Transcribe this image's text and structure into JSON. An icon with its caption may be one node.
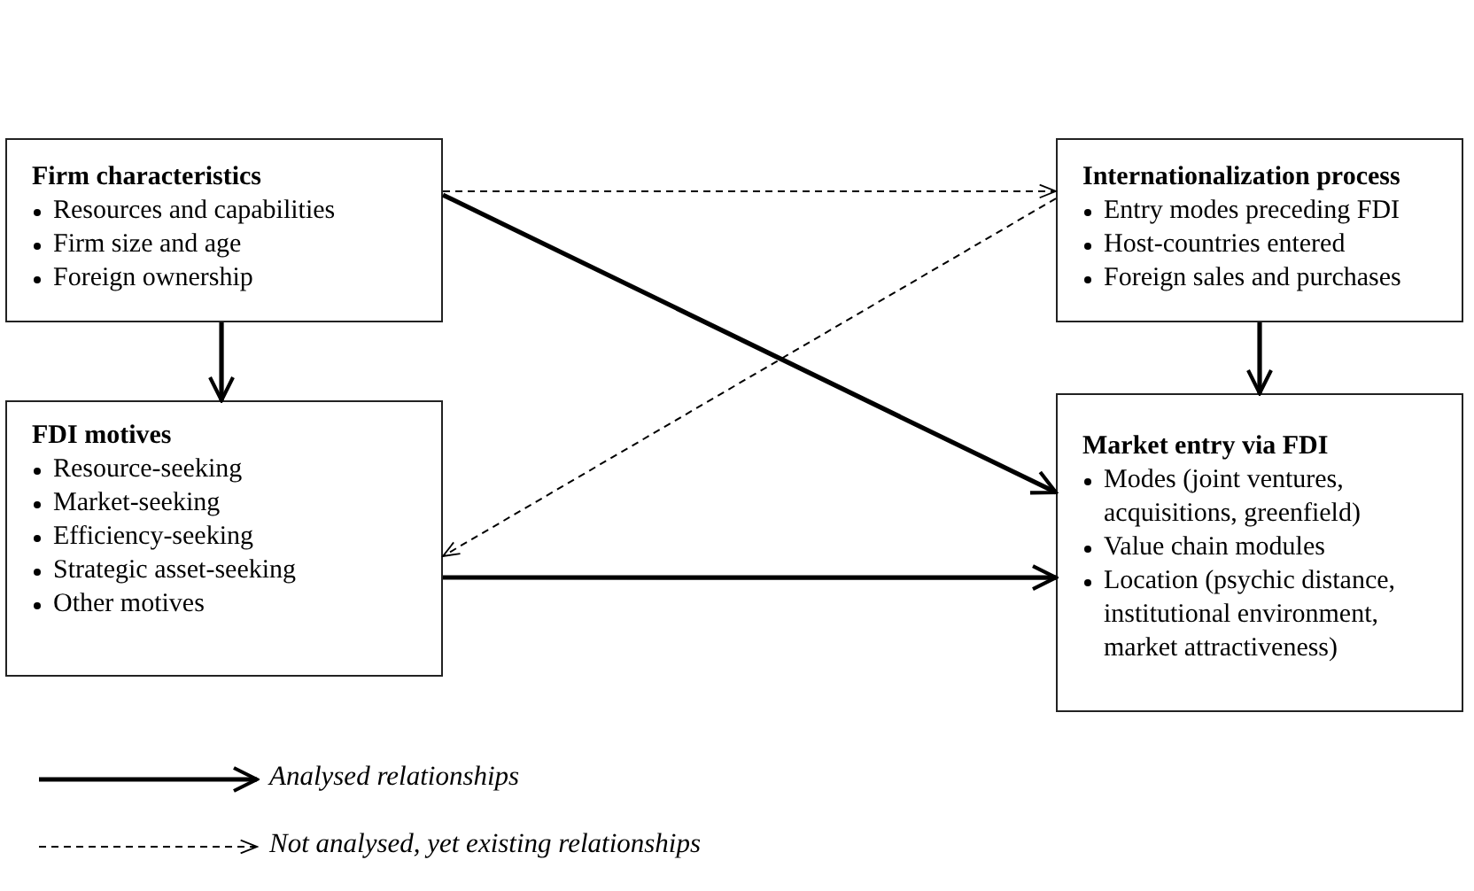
{
  "diagram": {
    "nodes": [
      {
        "text": [
          "Firm characteristics",
          "Resources and capabilities",
          "Firm size and age",
          "Foreign ownership"
        ]
      },
      {
        "text": [
          "Internationalization process",
          "Entry modes preceding FDI",
          "Host-countries entered",
          "Foreign sales and purchases"
        ]
      },
      {
        "text": [
          "FDI motives",
          "Resource-seeking",
          "Market-seeking",
          "Efficiency-seeking",
          "Strategic asset-seeking",
          "Other motives"
        ]
      },
      {
        "text": [
          "Market entry via FDI",
          "Modes (joint ventures, acquisitions, greenfield)",
          "Value chain modules",
          "Location (psychic distance, institutional environment, market attractiveness)"
        ]
      }
    ],
    "edges": [
      {
        "from": 0,
        "to": 2,
        "arrow": "to"
      },
      {
        "from": 0,
        "to": 3,
        "arrow": "to"
      },
      {
        "from": 0,
        "to": 1,
        "arrow": "to",
        "style": "dashed"
      },
      {
        "from": 1,
        "to": 2,
        "arrow": "to",
        "style": "dashed"
      },
      {
        "from": 2,
        "to": 3,
        "arrow": "to"
      },
      {
        "from": 1,
        "to": 3,
        "arrow": "to"
      }
    ],
    "legend": [
      {
        "text": "Analysed relationships"
      },
      {
        "text": "Not analysed, yet existing relationships"
      }
    ]
  }
}
